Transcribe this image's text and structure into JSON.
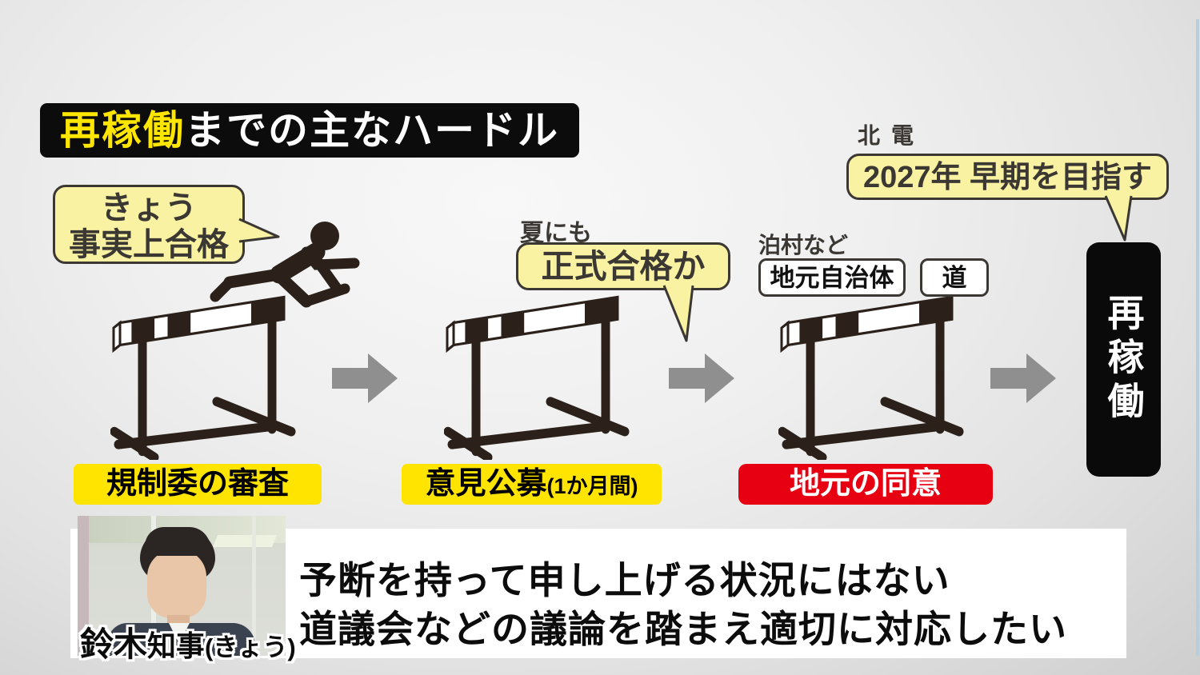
{
  "title": {
    "highlight": "再稼働",
    "rest": "までの主なハードル"
  },
  "steps": [
    {
      "label": "規制委の審査",
      "callout_line1": "きょう",
      "callout_line2": "事実上合格"
    },
    {
      "label": "意見公募",
      "label_note": "(1か月間)",
      "timing_note": "夏にも",
      "callout": "正式合格か"
    },
    {
      "label": "地元の同意",
      "parties_note": "泊村など",
      "party_local": "地元自治体",
      "party_pref": "道"
    }
  ],
  "goal": {
    "company": "北電",
    "callout": "2027年 早期を目指す",
    "label": "再稼働"
  },
  "speaker": {
    "surname": "鈴木",
    "title": "知事",
    "note": "(きょう)"
  },
  "quote": {
    "line1": "予断を持って申し上げる状況にはない",
    "line2": "道議会などの議論を踏まえ適切に対応したい"
  },
  "colors": {
    "highlight_yellow": "#ffe600",
    "label_yellow": "#ffe400",
    "callout_yellow": "#f8f2a2",
    "alert_red": "#e60012",
    "ink_dark": "#2b211a",
    "arrow_gray": "#8f8f8f"
  }
}
